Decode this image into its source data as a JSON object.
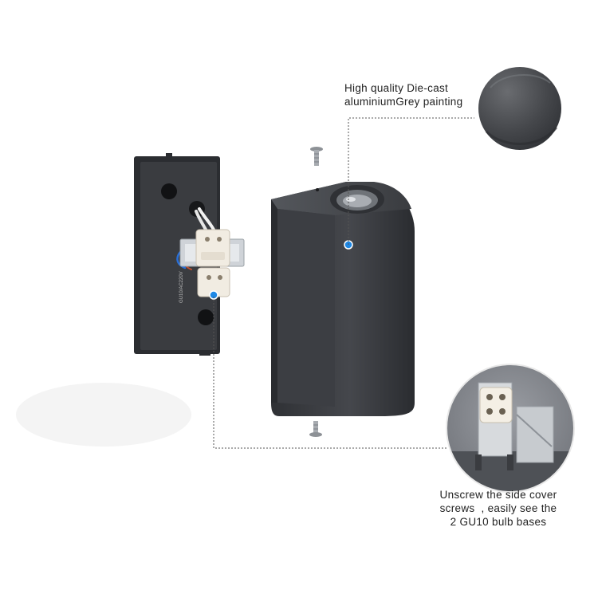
{
  "callouts": {
    "material": {
      "lines": [
        "High quality Die-cast",
        "aluminiumGrey painting"
      ]
    },
    "bulb_bases": {
      "lines": [
        "Unscrew the side cover",
        "screws  , easily see the",
        "2 GU10 bulb bases"
      ]
    }
  },
  "backplate_label": "GU10/AC220V",
  "colors": {
    "housing": "#3d3f44",
    "backplate": "#3a3c40",
    "marker_blue": "#1e88e5",
    "leader_line": "#555555",
    "socket_ceramic": "#f1ece2"
  },
  "icons": {
    "material_swatch": "grey-finish-swatch-icon",
    "marker": "blue-dot-marker-icon"
  }
}
